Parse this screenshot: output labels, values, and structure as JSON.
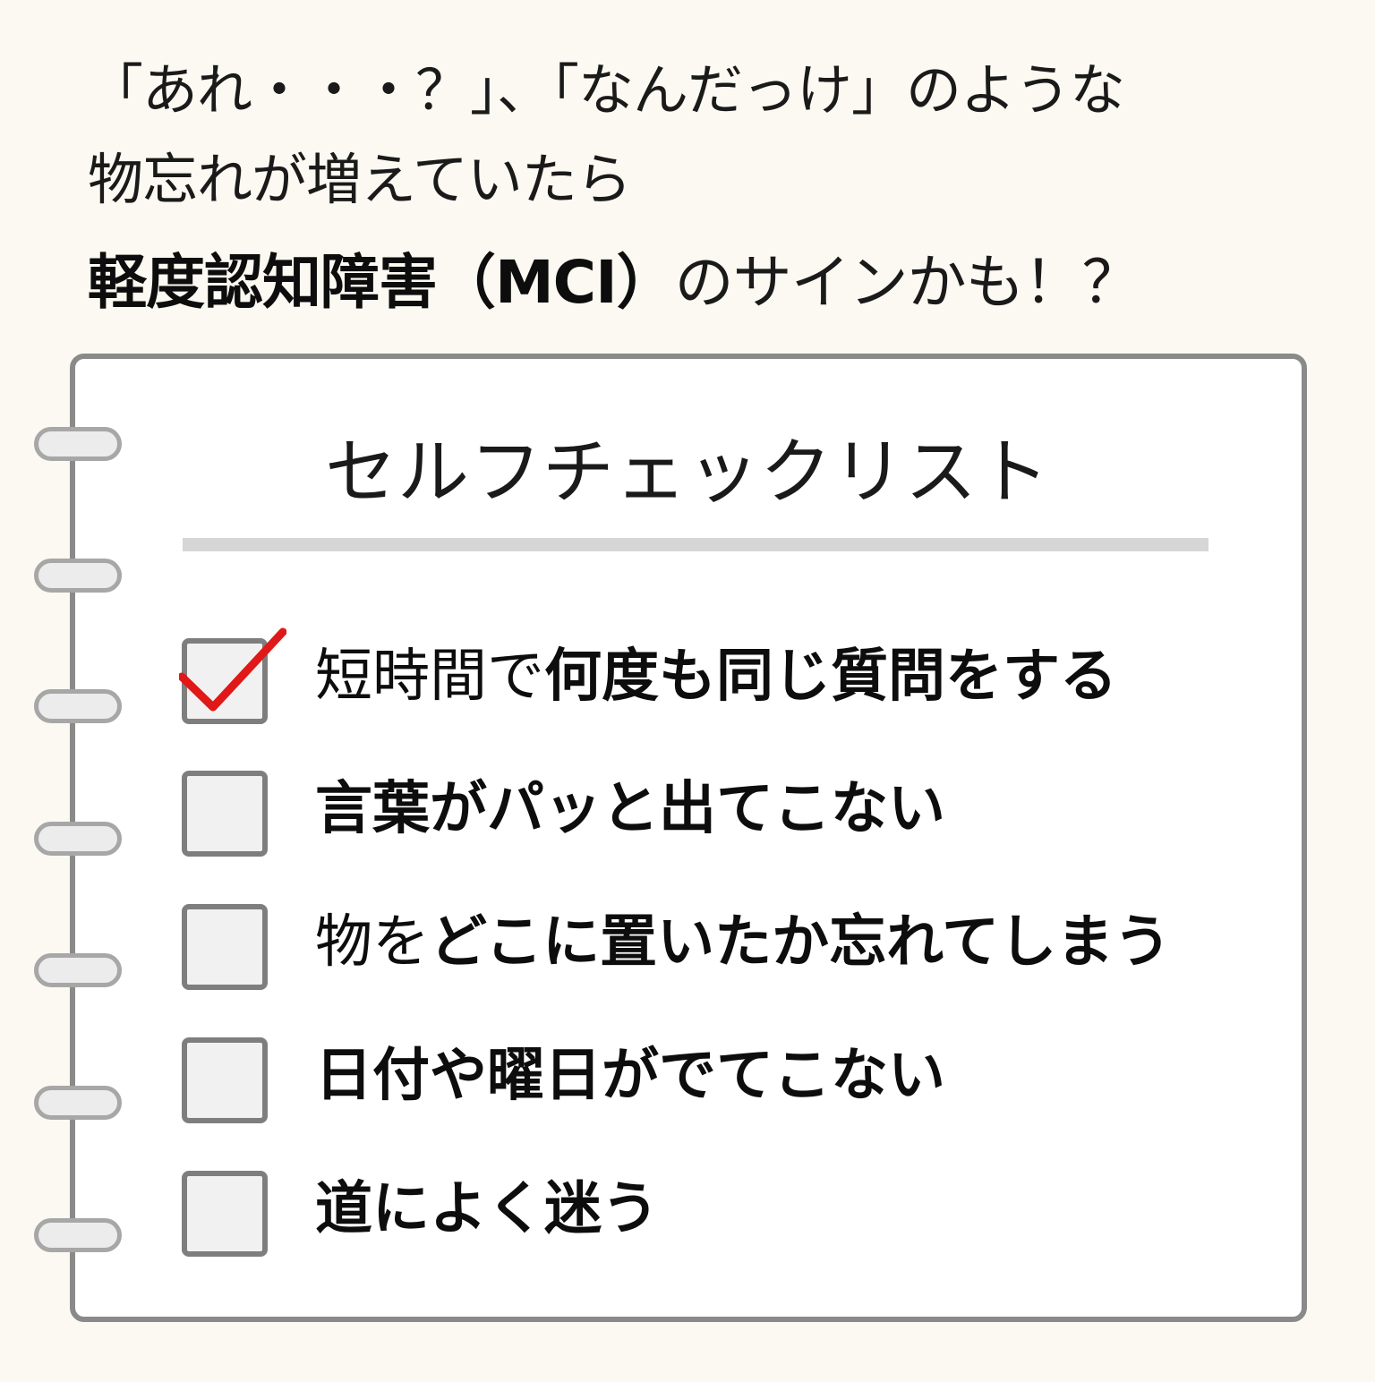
{
  "headline": {
    "line1": "「あれ・・・？」、「なんだっけ」のような",
    "line2": "物忘れが増えていたら",
    "line3_bold": "軽度認知障害（MCI）",
    "line3_rest": "のサインかも！？"
  },
  "checklist": {
    "title": "セルフチェックリスト",
    "items": [
      {
        "normal": "短時間で",
        "bold": "何度も同じ質問をする",
        "checked": true
      },
      {
        "normal": "",
        "bold": "言葉がパッと出てこない",
        "checked": false
      },
      {
        "normal": "物を",
        "bold": "どこに置いたか忘れてしまう",
        "checked": false
      },
      {
        "normal": "",
        "bold": "日付や曜日がでてこない",
        "checked": false
      },
      {
        "normal": "",
        "bold": "道によく迷う",
        "checked": false
      }
    ]
  },
  "colors": {
    "background": "#fbf9f1",
    "card": "#ffffff",
    "card_border": "#8a8a8a",
    "checkmark": "#e01818",
    "checkbox_fill": "#f1f1f1",
    "divider": "#d6d6d6"
  },
  "icons": {
    "checkmark": "red-checkmark-icon",
    "ring": "binder-ring"
  }
}
